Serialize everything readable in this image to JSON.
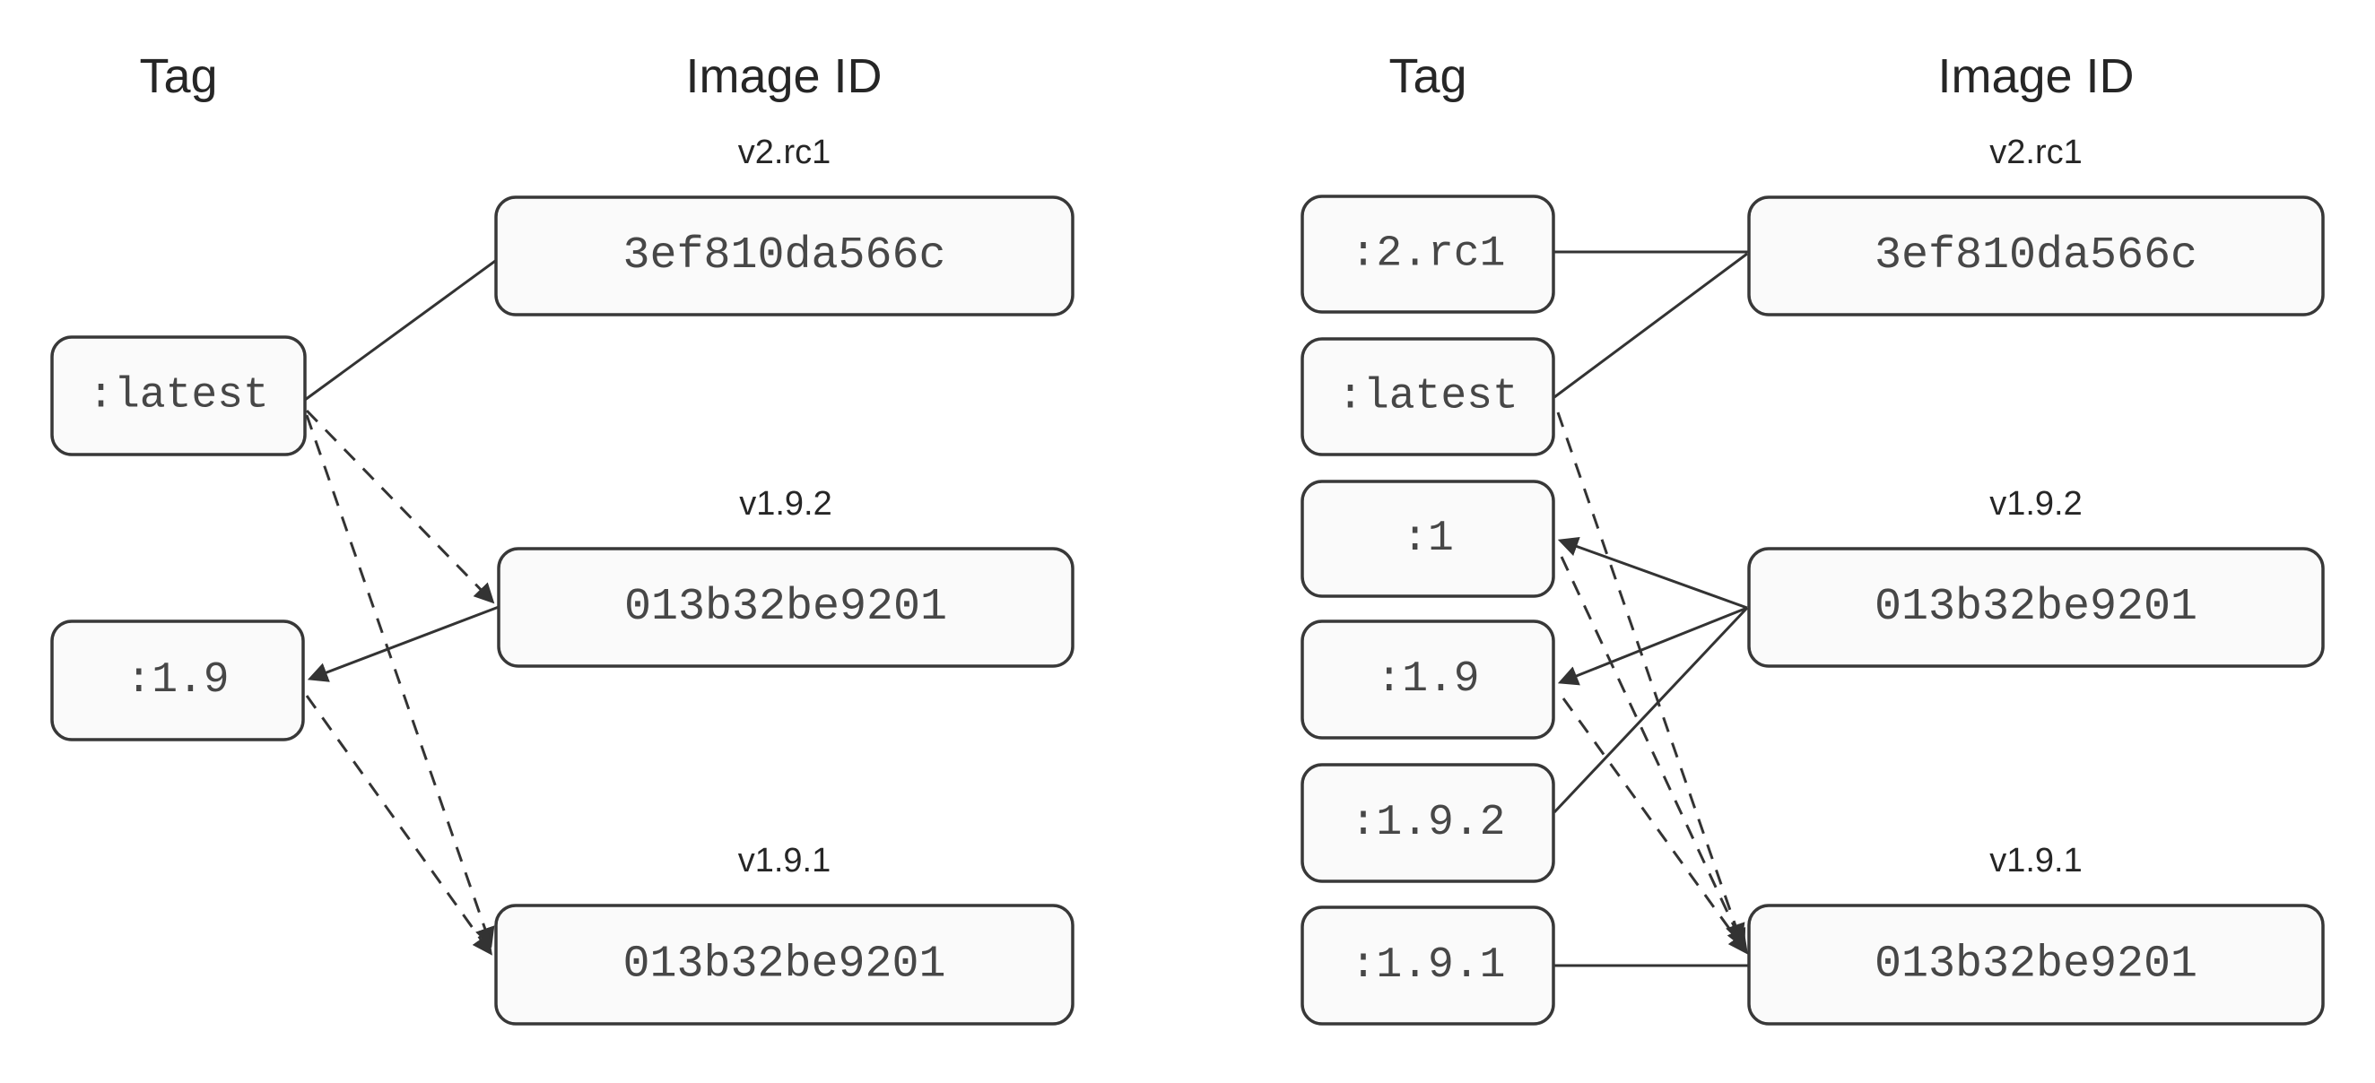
{
  "colors": {
    "background": "#ffffff",
    "box_fill": "#fafafa",
    "box_border": "#383838",
    "line": "#333333",
    "mono_text": "#474747",
    "heading_text": "#262626"
  },
  "diagrams": [
    {
      "id": "left",
      "column_headers": {
        "tag": "Tag",
        "image_id": "Image ID"
      },
      "tags": [
        {
          "id": "latest",
          "label": ":latest"
        },
        {
          "id": "1.9",
          "label": ":1.9"
        }
      ],
      "images": [
        {
          "id": "v2.rc1",
          "version": "v2.rc1",
          "image_id": "3ef810da566c"
        },
        {
          "id": "v1.9.2",
          "version": "v1.9.2",
          "image_id": "013b32be9201"
        },
        {
          "id": "v1.9.1",
          "version": "v1.9.1",
          "image_id": "013b32be9201"
        }
      ],
      "edges": [
        {
          "from": "latest",
          "to": "v2.rc1",
          "style": "solid",
          "arrow": "none"
        },
        {
          "from": "latest",
          "to": "v1.9.2",
          "style": "dashed",
          "arrow": "image"
        },
        {
          "from": "v1.9.2",
          "to": "1.9",
          "style": "solid",
          "arrow": "tag"
        },
        {
          "from": "latest",
          "to": "v1.9.1",
          "style": "dashed",
          "arrow": "image"
        },
        {
          "from": "1.9",
          "to": "v1.9.1",
          "style": "dashed",
          "arrow": "image"
        }
      ]
    },
    {
      "id": "right",
      "column_headers": {
        "tag": "Tag",
        "image_id": "Image ID"
      },
      "tags": [
        {
          "id": "2.rc1",
          "label": ":2.rc1"
        },
        {
          "id": "latest",
          "label": ":latest"
        },
        {
          "id": "1",
          "label": ":1"
        },
        {
          "id": "1.9",
          "label": ":1.9"
        },
        {
          "id": "1.9.2",
          "label": ":1.9.2"
        },
        {
          "id": "1.9.1",
          "label": ":1.9.1"
        }
      ],
      "images": [
        {
          "id": "v2.rc1",
          "version": "v2.rc1",
          "image_id": "3ef810da566c"
        },
        {
          "id": "v1.9.2",
          "version": "v1.9.2",
          "image_id": "013b32be9201"
        },
        {
          "id": "v1.9.1",
          "version": "v1.9.1",
          "image_id": "013b32be9201"
        }
      ],
      "edges": [
        {
          "from": "2.rc1",
          "to": "v2.rc1",
          "style": "solid",
          "arrow": "none"
        },
        {
          "from": "latest",
          "to": "v2.rc1",
          "style": "solid",
          "arrow": "none"
        },
        {
          "from": "v1.9.2",
          "to": "1",
          "style": "solid",
          "arrow": "tag"
        },
        {
          "from": "v1.9.2",
          "to": "1.9",
          "style": "solid",
          "arrow": "tag"
        },
        {
          "from": "1.9.2",
          "to": "v1.9.2",
          "style": "solid",
          "arrow": "none"
        },
        {
          "from": "latest",
          "to": "v1.9.1",
          "style": "dashed",
          "arrow": "image"
        },
        {
          "from": "1",
          "to": "v1.9.1",
          "style": "dashed",
          "arrow": "image"
        },
        {
          "from": "1.9",
          "to": "v1.9.1",
          "style": "dashed",
          "arrow": "image"
        },
        {
          "from": "1.9.1",
          "to": "v1.9.1",
          "style": "solid",
          "arrow": "none"
        }
      ]
    }
  ]
}
